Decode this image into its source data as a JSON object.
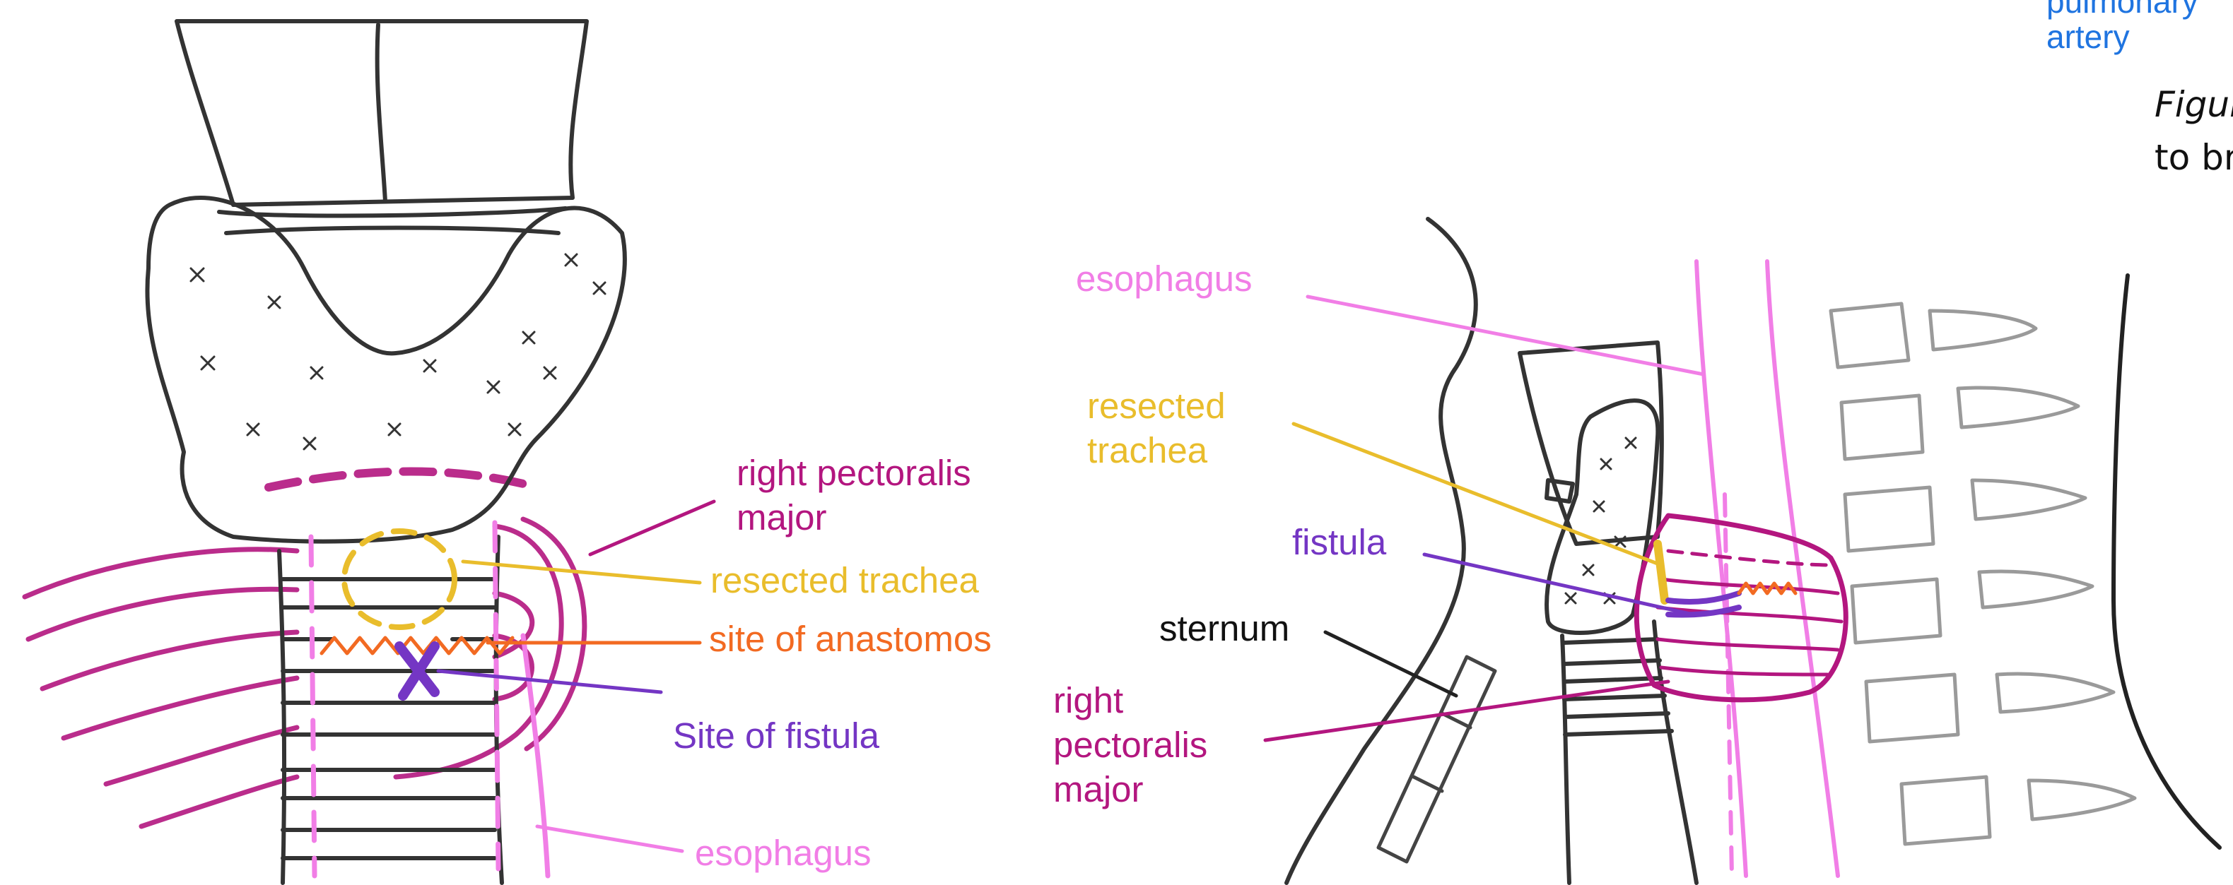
{
  "colors": {
    "pectoralis": "#b3167f",
    "trachea": "#e9bd2c",
    "anastomosis": "#f26a22",
    "fistula": "#7436c4",
    "esophagus": "#f17ee6",
    "sternum": "#111111",
    "artery": "#1f74e0",
    "sketch": "#3a3a3a",
    "spine": "#9a9a9a"
  },
  "left_panel": {
    "labels": {
      "pectoralis_line1": "right pectoralis",
      "pectoralis_line2": "major",
      "resected_trachea": "resected trachea",
      "anastomosis": "site of anastomos",
      "fistula": "Site of fistula",
      "esophagus": "esophagus"
    }
  },
  "right_panel": {
    "labels": {
      "esophagus": "esophagus",
      "trachea_line1": "resected",
      "trachea_line2": "trachea",
      "fistula": "fistula",
      "sternum": "sternum",
      "pectoralis_line1": "right",
      "pectoralis_line2": "pectoralis",
      "pectoralis_line3": "major"
    }
  },
  "top_right": {
    "artery_line1": "pulmonary",
    "artery_line2": "artery",
    "caption_line1": "Figur",
    "caption_line2": "to br"
  }
}
